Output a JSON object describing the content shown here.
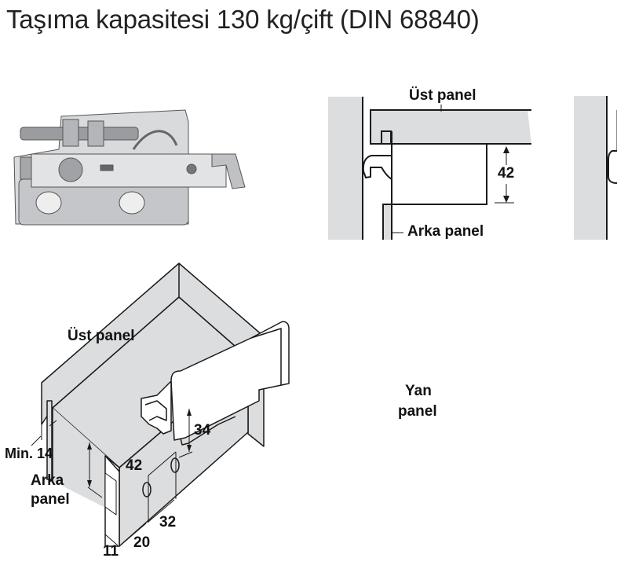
{
  "title": "Taşıma kapasitesi 130 kg/çift (DIN 68840)",
  "section_view": {
    "top_panel_label": "Üst panel",
    "back_panel_label": "Arka panel",
    "height_dim": "42"
  },
  "iso_view": {
    "top_panel_label": "Üst panel",
    "side_panel_label_line1": "Yan",
    "side_panel_label_line2": "panel",
    "back_panel_label_line1": "Arka",
    "back_panel_label_line2": "panel",
    "min_label": "Min. 14",
    "dim_42": "42",
    "dim_34": "34",
    "dim_32": "32",
    "dim_20": "20",
    "dim_11": "11"
  },
  "colors": {
    "panel": "#dcdddf",
    "line": "#1a1a1a",
    "metal": "#c9cbce"
  }
}
